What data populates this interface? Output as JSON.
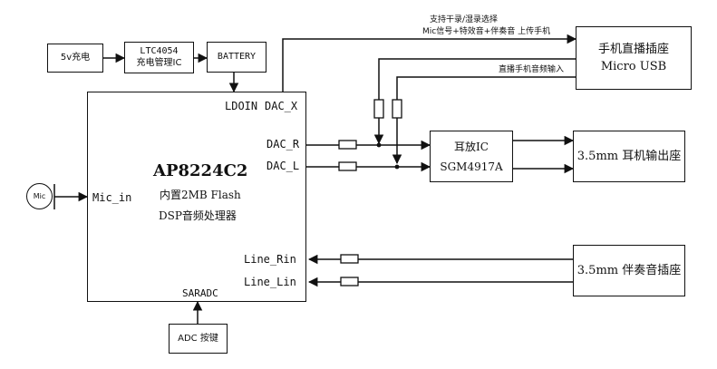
{
  "blocks": {
    "charger": "5v充电",
    "charge_ic_line1": "LTC4054",
    "charge_ic_line2": "充电管理IC",
    "battery": "BATTERY",
    "main_chip_name": "AP8224C2",
    "main_chip_line2": "内置2MB Flash",
    "main_chip_line3": "DSP音频处理器",
    "usb_line1": "手机直播插座",
    "usb_line2": "Micro USB",
    "amp_line1": "耳放IC",
    "amp_line2": "SGM4917A",
    "headphone_jack": "3.5mm 耳机输出座",
    "accomp_jack": "3.5mm 伴奏音插座",
    "adc_keys": "ADC 按键",
    "mic": "Mic"
  },
  "pins": {
    "ldoin": "LDOIN",
    "dac_x": "DAC_X",
    "dac_r": "DAC_R",
    "dac_l": "DAC_L",
    "mic_in": "Mic_in",
    "line_rin": "Line_Rin",
    "line_lin": "Line_Lin",
    "saradc": "SARADC"
  },
  "annotations": {
    "dry_wet_line1": "支持干录/湿录选择",
    "dry_wet_line2": "Mic信号+特效音+伴奏音 上传手机",
    "phone_audio_in": "直播手机音频输入"
  }
}
